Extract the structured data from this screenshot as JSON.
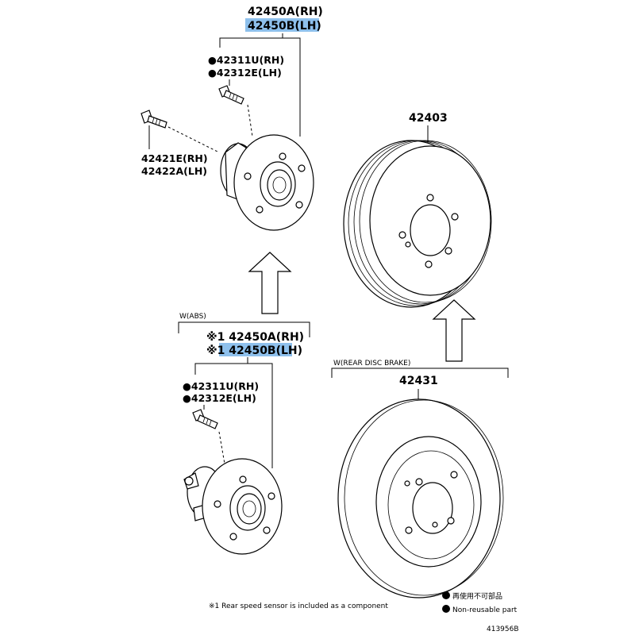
{
  "upper_hub": {
    "callout_rh": "42450A(RH)",
    "callout_lh": "42450B(LH)",
    "stud_rh": "●42311U(RH)",
    "stud_lh": "●42312E(LH)",
    "bolt_rh": "42421E(RH)",
    "bolt_lh": "42422A(LH)"
  },
  "drum": {
    "callout": "42403"
  },
  "abs_group": {
    "condition": "W(ABS)",
    "callout_rh": "※1 42450A(RH)",
    "callout_lh": "※1 42450B(LH)",
    "stud_rh": "●42311U(RH)",
    "stud_lh": "●42312E(LH)"
  },
  "disc_group": {
    "condition": "W(REAR DISC BRAKE)",
    "callout": "42431"
  },
  "notes": {
    "footnote": "※1 Rear speed sensor is included as a component",
    "legend_jp": "再使用不可部品",
    "legend_en": "Non-reusable part",
    "figure_id": "413956B"
  },
  "highlight_color": "#8ec0ec"
}
